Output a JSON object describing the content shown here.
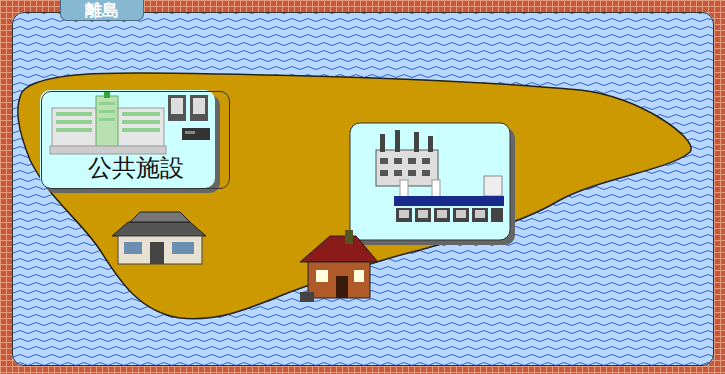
{
  "diagram": {
    "nodes": [
      {
        "text": [
          "離島"
        ]
      },
      {
        "text": [
          "公共施設"
        ],
        "in": 0
      }
    ]
  }
}
